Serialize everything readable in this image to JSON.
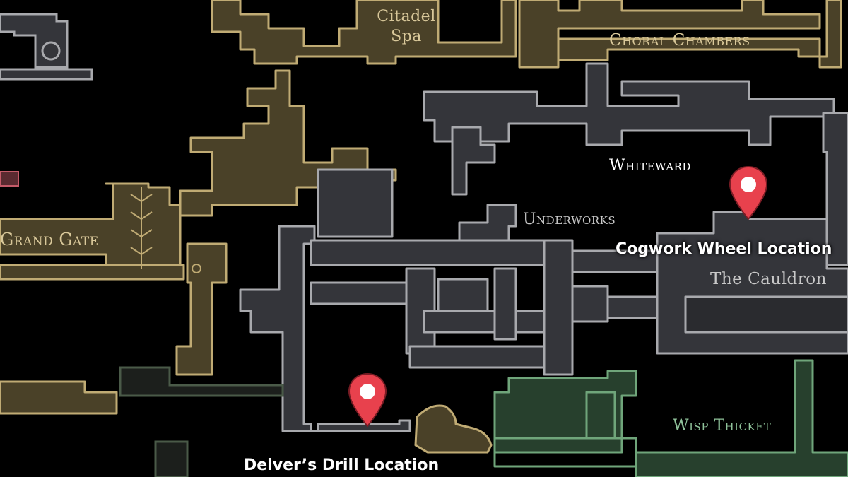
{
  "colors": {
    "background": "#000000",
    "citadel_fill": "#4a4128",
    "citadel_stroke": "#c0ab74",
    "underworks_fill": "#34353a",
    "underworks_stroke": "#a8a9ad",
    "wisp_fill": "#27402d",
    "wisp_stroke": "#6fa57a",
    "marker_red": "#e8414d",
    "label_gold": "#d9c89a",
    "label_grey": "#c8c8c8",
    "label_green": "#8fc29a"
  },
  "areas": {
    "citadel_spa": "Citadel\nSpa",
    "choral_chambers": "Choral Chambers",
    "grand_gate": "Grand Gate",
    "whiteward": "Whiteward",
    "underworks": "Underworks",
    "the_cauldron": "The Cauldron",
    "wisp_thicket": "Wisp Thicket"
  },
  "markers": [
    {
      "label": "Cogwork Wheel Location",
      "icon": "map-pin-icon",
      "color": "#e8414d"
    },
    {
      "label": "Delver’s Drill Location",
      "icon": "map-pin-icon",
      "color": "#e8414d"
    }
  ]
}
